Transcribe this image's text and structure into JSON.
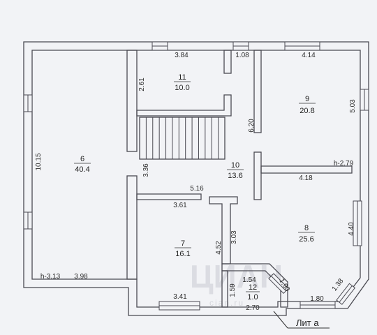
{
  "rooms": [
    {
      "num": "6",
      "area": "40.4"
    },
    {
      "num": "11",
      "area": "10.0"
    },
    {
      "num": "9",
      "area": "20.8"
    },
    {
      "num": "10",
      "area": "13.6"
    },
    {
      "num": "7",
      "area": "16.1"
    },
    {
      "num": "8",
      "area": "25.6"
    },
    {
      "num": "12",
      "area": "1.0"
    }
  ],
  "dimensions": {
    "d384": "3.84",
    "d108": "1.08",
    "d414": "4.14",
    "d261": "2.61",
    "d503": "5.03",
    "d620": "6.20",
    "d1015": "10.15",
    "d336": "3.36",
    "h279": "h-2.79",
    "d418": "4.18",
    "d516": "5.16",
    "d361": "3.61",
    "d440": "4.40",
    "d452": "4.52",
    "d303": "3.03",
    "h313": "h-3.13",
    "d398": "3.98",
    "d154": "1.54",
    "d190": "1.90",
    "d138": "1.38",
    "d341": "3.41",
    "d159": "1.59",
    "d180": "1.80",
    "d270": "2.70"
  },
  "annotation": "Лит а",
  "watermark": {
    "main": "ЦИАН",
    "sub": "cian.ru"
  }
}
